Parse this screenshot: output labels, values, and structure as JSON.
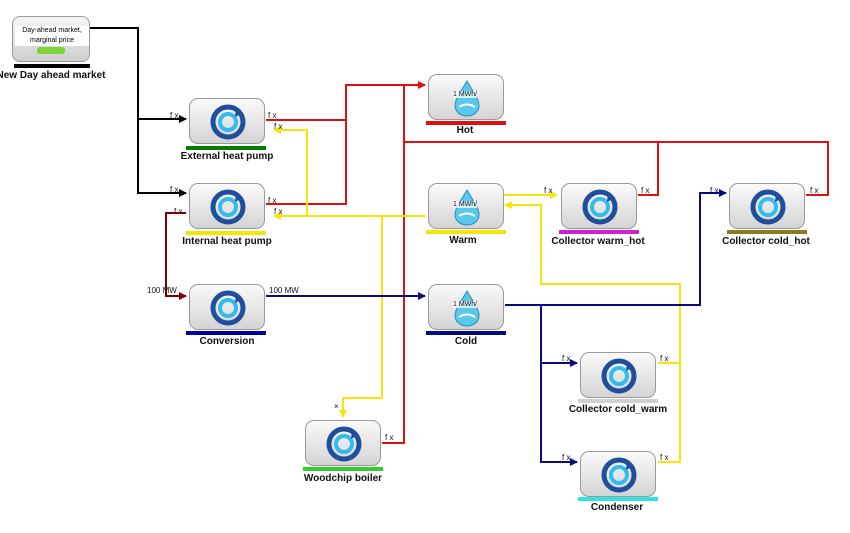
{
  "nodes": {
    "market": {
      "line1": "Day-ahead market,",
      "line2": "marginal price",
      "label": "New Day ahead market",
      "bar_color": "#000000"
    },
    "external_heat_pump": {
      "label": "External heat pump",
      "bar_color": "#008000"
    },
    "internal_heat_pump": {
      "label": "Internal heat pump",
      "bar_color": "#f5e50a"
    },
    "conversion": {
      "label": "Conversion",
      "bar_color": "#0000a0"
    },
    "woodchip_boiler": {
      "label": "Woodchip boiler",
      "bar_color": "#33cc33"
    },
    "hot": {
      "label": "Hot",
      "volume": "1 MWh/",
      "bar_color": "#e01010"
    },
    "warm": {
      "label": "Warm",
      "volume": "1 MWh/",
      "bar_color": "#f5e50a"
    },
    "cold": {
      "label": "Cold",
      "volume": "1 MWh/",
      "bar_color": "#0a0a80"
    },
    "collector_warm_hot": {
      "label": "Collector warm_hot",
      "bar_color": "#d020d0"
    },
    "collector_cold_hot": {
      "label": "Collector cold_hot",
      "bar_color": "#8a7a20"
    },
    "collector_cold_warm": {
      "label": "Collector cold_warm",
      "bar_color": "#d0d0d0"
    },
    "condenser": {
      "label": "Condenser",
      "bar_color": "#33e0e8"
    }
  },
  "port_labels": {
    "fx": "f x",
    "conversion_in": "100 MW",
    "conversion_out": "100 MW",
    "boiler_in": "×"
  },
  "colors": {
    "electricity": "#000000",
    "hot": "#e01010",
    "warm": "#f5e50a",
    "cold": "#0a0a80",
    "fuel": "#800000",
    "icon_dark": "#1f4e9c",
    "icon_light": "#33bbee"
  }
}
